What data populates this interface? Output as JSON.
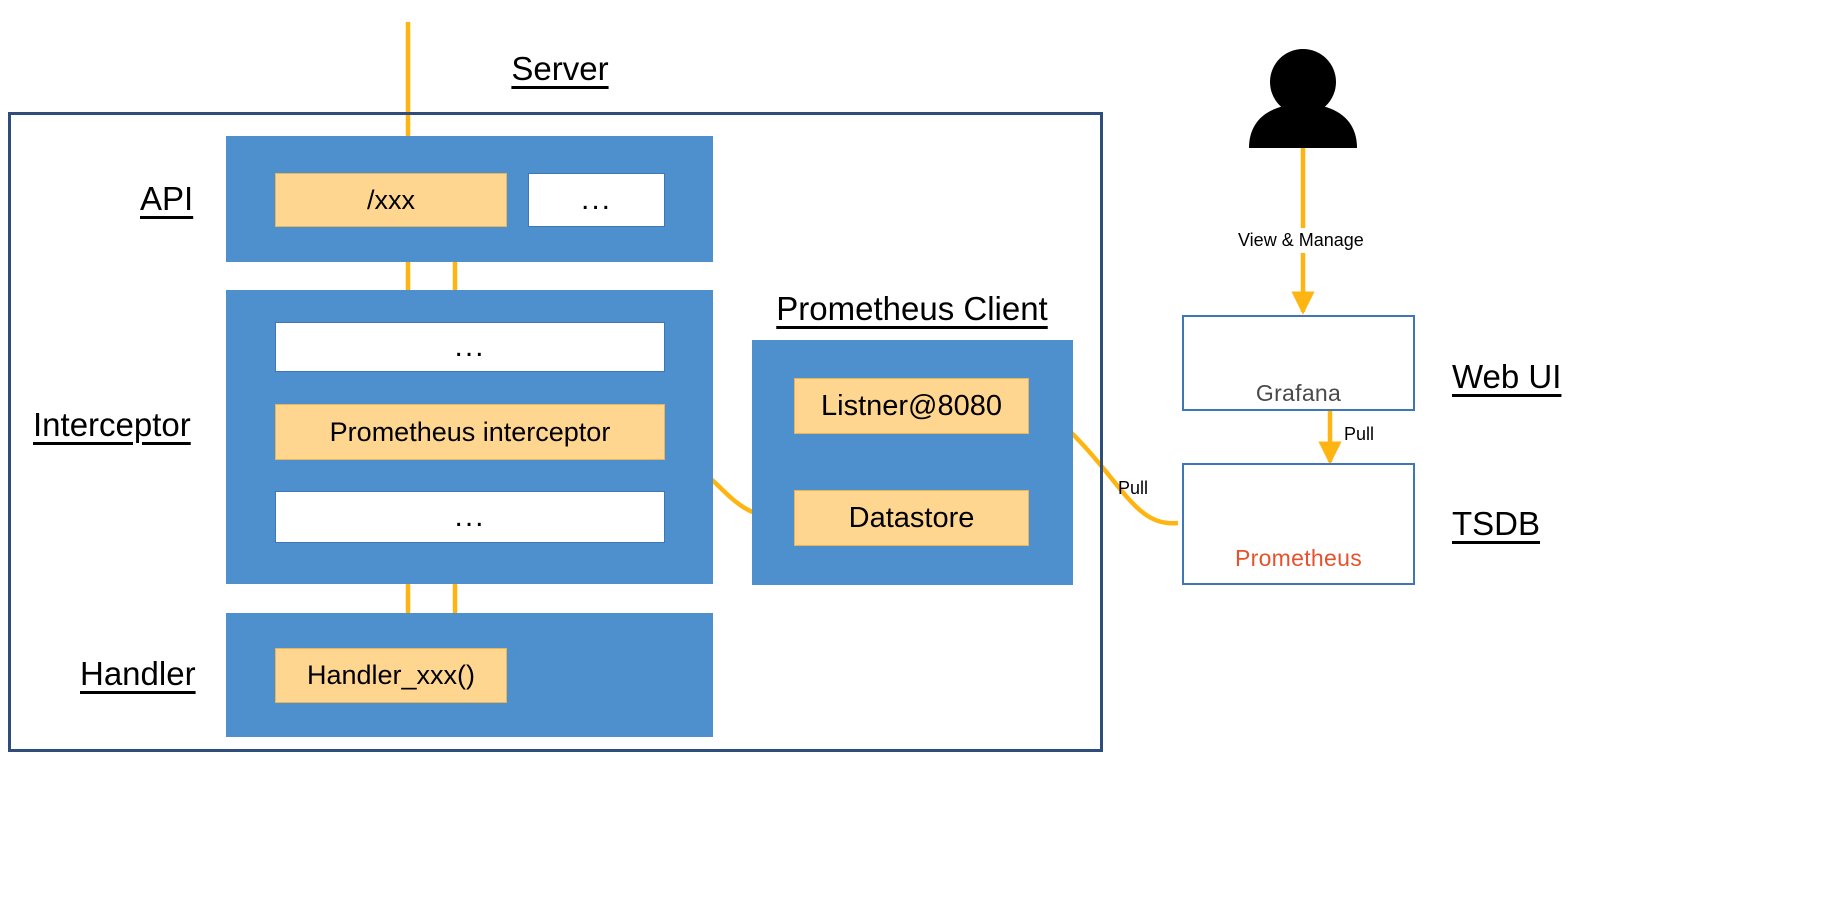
{
  "diagram": {
    "title": "Server",
    "colors": {
      "band_blue": "#4E8FCE",
      "box_tan": "#FFD68F",
      "frame_blue": "#2E4D7B",
      "arrow_orange": "#FFB511",
      "grafana_orange": "#F05A28",
      "prometheus_red": "#E6522C"
    },
    "server": {
      "title": "Server",
      "tiers": [
        {
          "label": "API",
          "boxes": [
            {
              "text": "/xxx",
              "style": "tan"
            },
            {
              "text": "...",
              "style": "white"
            }
          ]
        },
        {
          "label": "Interceptor",
          "boxes": [
            {
              "text": "...",
              "style": "white"
            },
            {
              "text": "Prometheus interceptor",
              "style": "tan"
            },
            {
              "text": "...",
              "style": "white"
            }
          ]
        },
        {
          "label": "Handler",
          "boxes": [
            {
              "text": "Handler_xxx()",
              "style": "tan"
            }
          ]
        }
      ]
    },
    "prometheus_client": {
      "title": "Prometheus Client",
      "boxes": [
        {
          "text": "Listner@8080",
          "style": "tan"
        },
        {
          "text": "Datastore",
          "style": "tan"
        }
      ]
    },
    "right_column": {
      "actor": {
        "icon": "person-icon"
      },
      "actor_edge_label": "View & Manage",
      "cards": [
        {
          "icon": "grafana-logo",
          "name": "Grafana",
          "side_label": "Web UI"
        },
        {
          "icon": "prometheus-logo",
          "name": "Prometheus",
          "side_label": "TSDB"
        }
      ],
      "edge_labels": {
        "grafana_to_prometheus": "Pull",
        "prometheus_to_listener": "Pull"
      }
    }
  }
}
